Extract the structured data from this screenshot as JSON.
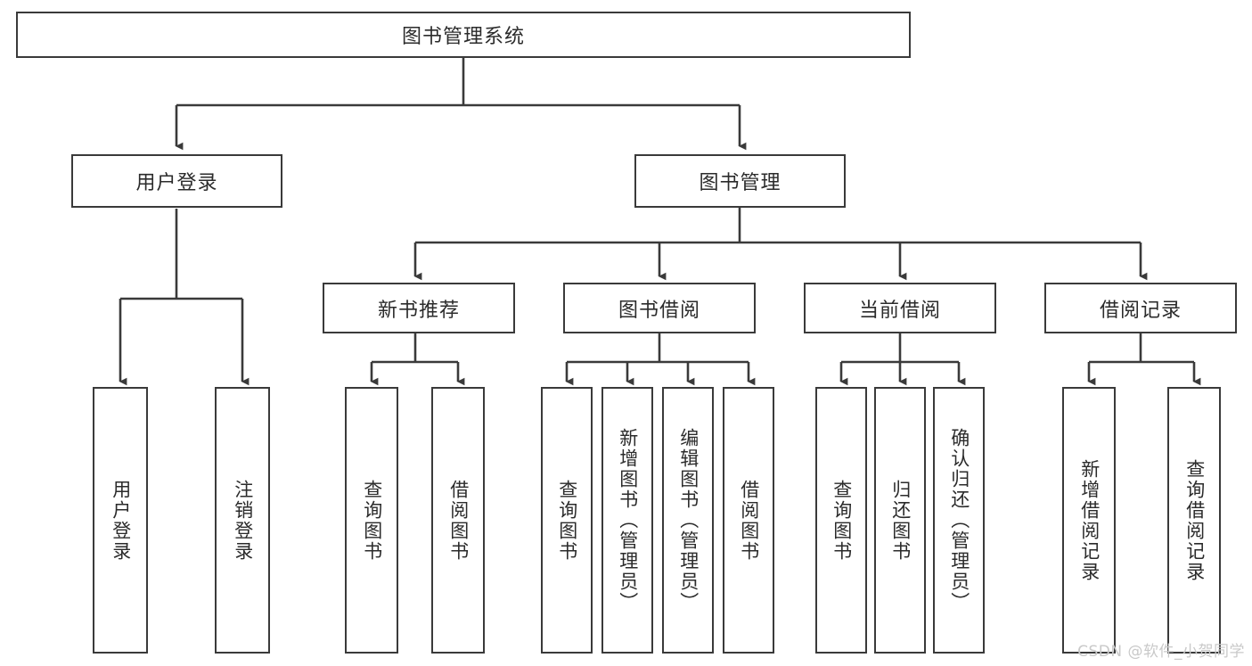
{
  "diagram": {
    "title": "图书管理系统",
    "type": "tree-hierarchy-diagram",
    "root": {
      "label": "图书管理系统"
    },
    "level2": [
      {
        "label": "用户登录"
      },
      {
        "label": "图书管理"
      }
    ],
    "level3": [
      {
        "label": "新书推荐"
      },
      {
        "label": "图书借阅"
      },
      {
        "label": "当前借阅"
      },
      {
        "label": "借阅记录"
      }
    ],
    "leaves": {
      "user_login": [
        {
          "label": "用户登录"
        },
        {
          "label": "注销登录"
        }
      ],
      "new_book_recommend": [
        {
          "label": "查询图书"
        },
        {
          "label": "借阅图书"
        }
      ],
      "book_borrow": [
        {
          "label": "查询图书"
        },
        {
          "label": "新增图书（管理员）"
        },
        {
          "label": "编辑图书（管理员）"
        },
        {
          "label": "借阅图书"
        }
      ],
      "current_borrow": [
        {
          "label": "查询图书"
        },
        {
          "label": "归还图书"
        },
        {
          "label": "确认归还（管理员）"
        }
      ],
      "borrow_record": [
        {
          "label": "新增借阅记录"
        },
        {
          "label": "查询借阅记录"
        }
      ]
    }
  },
  "watermark": {
    "text": "CSDN @软件_小贺同学"
  },
  "colors": {
    "box_border": "#3a3a3a",
    "box_fill": "#ffffff",
    "text": "#2b2b2b",
    "edge": "#3a3a3a",
    "watermark": "#c9c9c9"
  }
}
